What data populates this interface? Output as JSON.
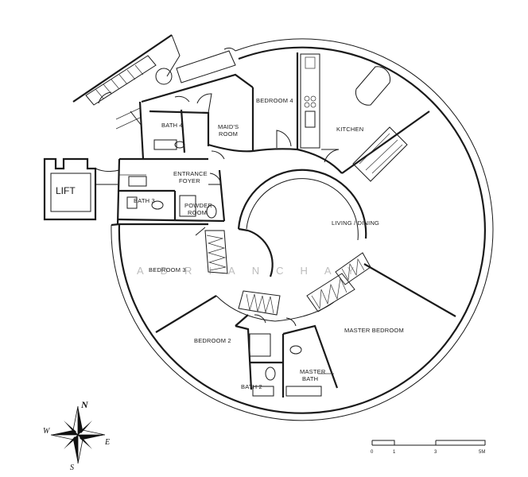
{
  "rooms": {
    "lift": "LIFT",
    "bath4": "BATH 4",
    "maids_room": [
      "MAID'S",
      "ROOM"
    ],
    "bedroom4": "BEDROOM 4",
    "kitchen": "KITCHEN",
    "entrance_foyer": [
      "ENTRANCE",
      "FOYER"
    ],
    "bath3": "BATH 3",
    "powder_room": [
      "POWDER",
      "ROOM"
    ],
    "living_dining": "LIVING / DINING",
    "bedroom3": "BEDROOM 3",
    "bedroom2": "BEDROOM 2",
    "master_bedroom": "MASTER BEDROOM",
    "master_bath": [
      "MASTER",
      "BATH"
    ],
    "bath2": "BATH 2"
  },
  "watermark": "ADRIANCHAY",
  "compass": {
    "n": "N",
    "s": "S",
    "e": "E",
    "w": "W"
  },
  "scale": {
    "ticks": [
      "0",
      "1",
      "3",
      "5M"
    ]
  }
}
